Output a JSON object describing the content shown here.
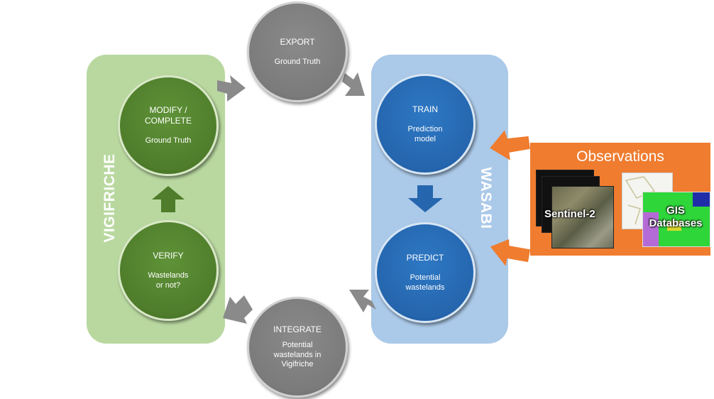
{
  "panels": {
    "left_label": "VIGIFRICHE",
    "right_label": "WASABI"
  },
  "nodes": {
    "export": {
      "title": "EXPORT",
      "subtitle": "Ground Truth"
    },
    "modify": {
      "title_line1": "MODIFY /",
      "title_line2": "COMPLETE",
      "subtitle": "Ground Truth"
    },
    "verify": {
      "title": "VERIFY",
      "subtitle_line1": "Wastelands",
      "subtitle_line2": "or not?"
    },
    "train": {
      "title": "TRAIN",
      "subtitle_line1": "Prediction",
      "subtitle_line2": "model"
    },
    "predict": {
      "title": "PREDICT",
      "subtitle_line1": "Potential",
      "subtitle_line2": "wastelands"
    },
    "integrate": {
      "title": "INTEGRATE",
      "subtitle_line1": "Potential",
      "subtitle_line2": "wastelands in",
      "subtitle_line3": "Vigifriche"
    }
  },
  "observations": {
    "title": "Observations",
    "sentinel_label": "Sentinel-2",
    "gis_line1": "GIS",
    "gis_line2": "Databases"
  },
  "colors": {
    "green_panel": "#b9d8a0",
    "blue_panel": "#abc9e8",
    "green_node": "#4f7d2b",
    "blue_node": "#2566ae",
    "grey_node": "#7b7b7b",
    "orange": "#ef7c2f"
  }
}
